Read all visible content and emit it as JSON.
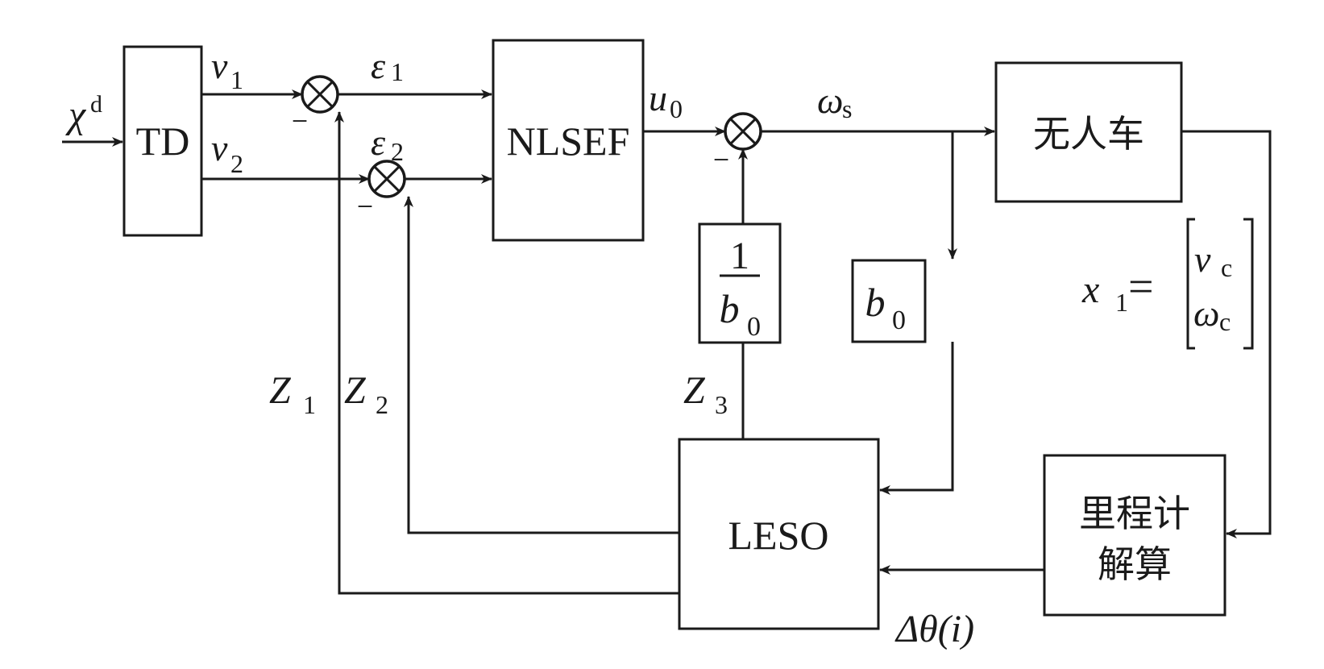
{
  "diagram": {
    "title": "ADRC control block diagram for unmanned vehicle",
    "blocks": {
      "td": "TD",
      "nlsef": "NLSEF",
      "inv_b0_num": "1",
      "inv_b0_den": "b",
      "inv_b0_den_sub": "0",
      "b0": "b",
      "b0_sub": "0",
      "vehicle": "无人车",
      "leso": "LESO",
      "odometry_line1": "里程计",
      "odometry_line2": "解算"
    },
    "signals": {
      "input": "χ",
      "input_sup": "d",
      "v1": "v",
      "v1_sub": "1",
      "v2": "v",
      "v2_sub": "2",
      "eps1": "ε",
      "eps1_sub": "1",
      "eps2": "ε",
      "eps2_sub": "2",
      "u0": "u",
      "u0_sub": "0",
      "omega_s": "ω",
      "omega_s_sub": "s",
      "z1": "Z",
      "z1_sub": "1",
      "z2": "Z",
      "z2_sub": "2",
      "z3": "Z",
      "z3_sub": "3",
      "delta_theta": "Δθ(i)",
      "x1": "x",
      "x1_sub": "1",
      "equals": "=",
      "vc": "v",
      "vc_sub": "c",
      "wc": "ω",
      "wc_sub": "c"
    },
    "sum_signs": {
      "sum1_minus": "−",
      "sum2_minus": "−",
      "sum3_minus": "−"
    }
  }
}
